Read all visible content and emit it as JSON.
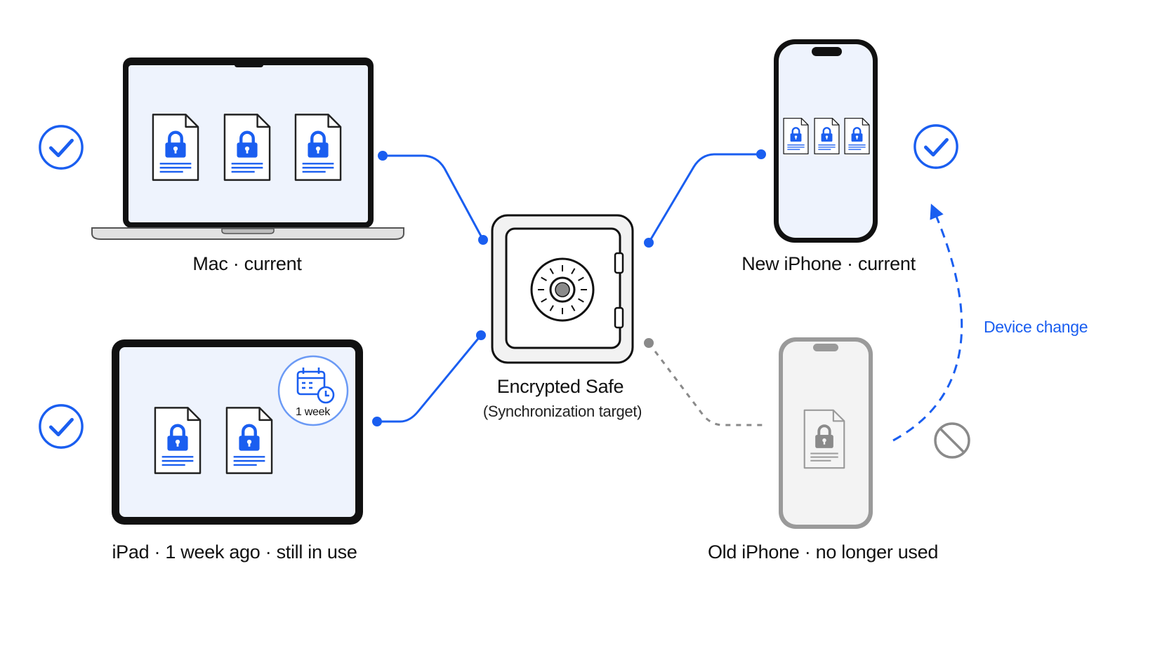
{
  "devices": {
    "mac": {
      "label": "Mac · current",
      "status": "active"
    },
    "ipad": {
      "label": "iPad · 1 week ago · still in use",
      "status": "active",
      "badge": "1 week"
    },
    "new_iphone": {
      "label": "New iPhone · current",
      "status": "active"
    },
    "old_iphone": {
      "label": "Old iPhone · no longer used",
      "status": "inactive"
    }
  },
  "safe": {
    "title": "Encrypted Safe",
    "subtitle": "(Synchronization target)"
  },
  "device_change_label": "Device change",
  "icons": [
    "check-circle-icon",
    "lock-document-icon",
    "safe-icon",
    "calendar-clock-icon",
    "no-entry-icon"
  ],
  "colors": {
    "accent": "#1a5ef0",
    "inactive": "#8a8a8a",
    "screen": "#eef3fd",
    "frame": "#111111"
  }
}
